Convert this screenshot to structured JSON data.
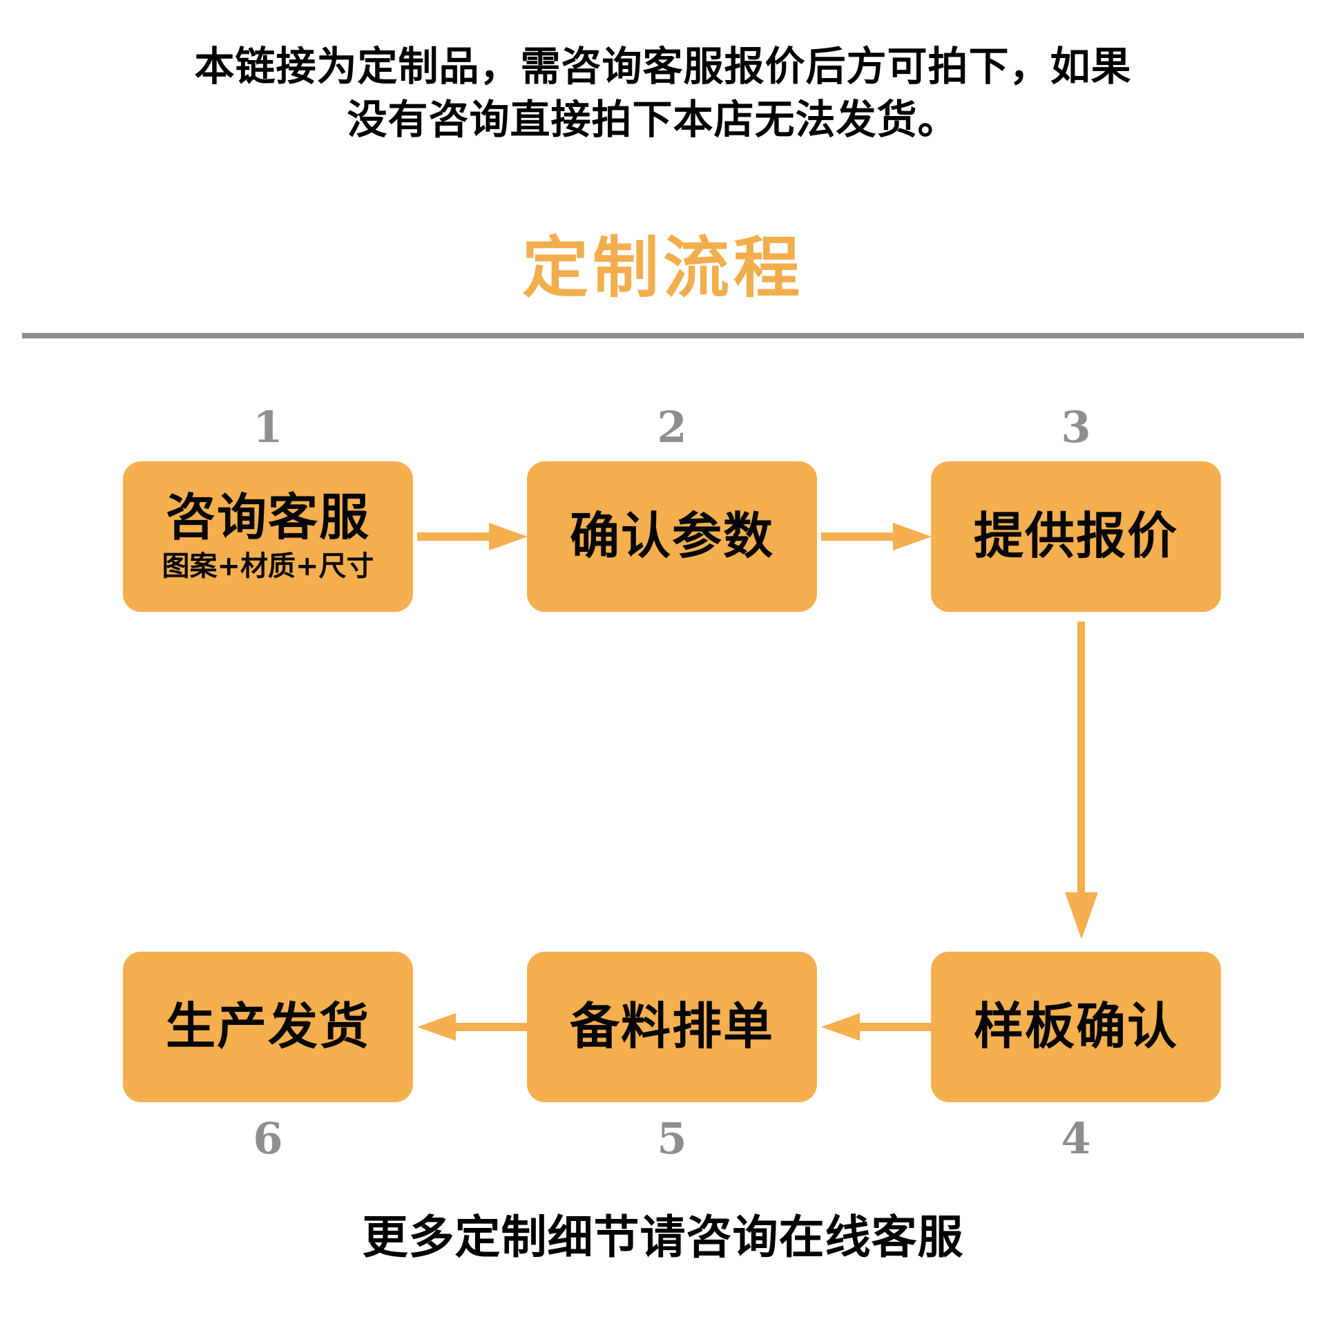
{
  "notice": {
    "line_1": "本链接为定制品，需咨询客服报价后方可拍下，如果",
    "line_2": "没有咨询直接拍下本店无法发货。"
  },
  "section": {
    "title": "定制流程"
  },
  "colors": {
    "accent_orange": "#F5AF4E",
    "title_orange": "#F2AD4D",
    "divider_gray": "#8D8D8D",
    "number_gray": "#8E8E8E",
    "text_black": "#050505",
    "background": "#FFFFFF"
  },
  "flow": {
    "steps": [
      {
        "number": "1",
        "label": "咨询客服",
        "sub": "图案+材质+尺寸"
      },
      {
        "number": "2",
        "label": "确认参数",
        "sub": ""
      },
      {
        "number": "3",
        "label": "提供报价",
        "sub": ""
      },
      {
        "number": "4",
        "label": "样板确认",
        "sub": ""
      },
      {
        "number": "5",
        "label": "备料排单",
        "sub": ""
      },
      {
        "number": "6",
        "label": "生产发货",
        "sub": ""
      }
    ],
    "connectors": [
      {
        "name": "step-1-to-2",
        "direction": "right"
      },
      {
        "name": "step-2-to-3",
        "direction": "right"
      },
      {
        "name": "step-3-to-4",
        "direction": "down"
      },
      {
        "name": "step-4-to-5",
        "direction": "left"
      },
      {
        "name": "step-5-to-6",
        "direction": "left"
      }
    ]
  },
  "footer": {
    "text": "更多定制细节请咨询在线客服"
  }
}
